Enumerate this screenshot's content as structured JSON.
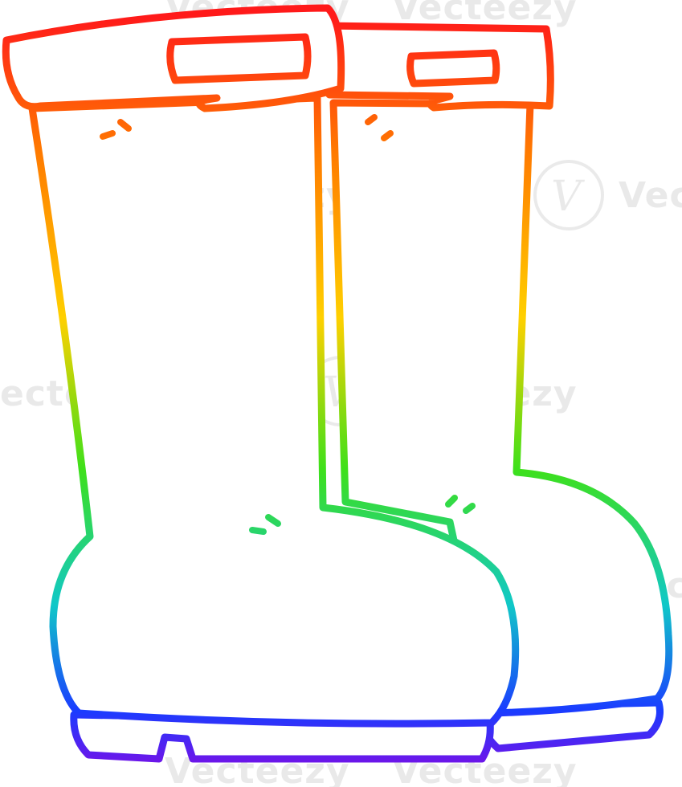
{
  "illustration": {
    "subject": "boots-icon",
    "gradient_colors": [
      "#ff1a1a",
      "#ff7a00",
      "#ffd000",
      "#3ee01a",
      "#10c8c8",
      "#1a3cff",
      "#7a10e6"
    ]
  },
  "watermark": {
    "brand": "Vecteezy",
    "brand_partial_left": "ecteezy",
    "brand_partial_right": "Vec",
    "logo_glyph": "V"
  }
}
